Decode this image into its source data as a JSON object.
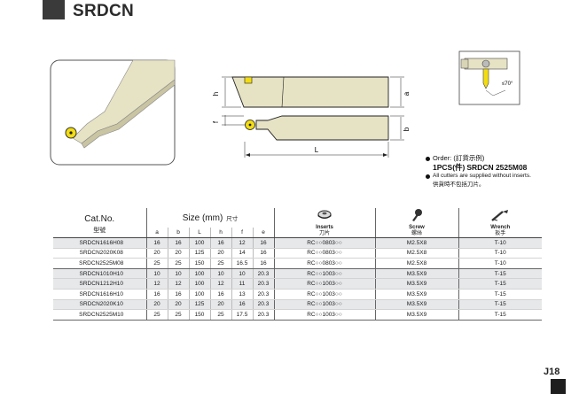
{
  "title": "SRDCN",
  "page_number": "J18",
  "dimension_labels": {
    "h": "h",
    "a": "a",
    "f": "f",
    "b": "b",
    "L": "L"
  },
  "angle_label": "≤70°",
  "order": {
    "label": "Order: (訂貨示例)",
    "example_prefix": "1PCS(件)",
    "example_code": "SRDCN 2525M08",
    "note_en": "All cutters are supplied without inserts.",
    "note_cn": "供貨時不包括刀片。"
  },
  "table": {
    "catno_label": "Cat.No.",
    "catno_cn": "型號",
    "size_label": "Size (mm)",
    "size_cn": "尺寸",
    "size_columns": [
      "a",
      "b",
      "L",
      "h",
      "f",
      "e"
    ],
    "inserts_label": "Inserts",
    "inserts_cn": "刀片",
    "screw_label": "Screw",
    "screw_cn": "螺絲",
    "wrench_label": "Wrench",
    "wrench_cn": "扳手",
    "rows": [
      {
        "cat": "SRDCN1616H08",
        "a": "16",
        "b": "16",
        "L": "100",
        "h": "16",
        "f": "12",
        "e": "16",
        "insert": "RC○○0803○○",
        "screw": "M2.5X8",
        "wrench": "T-10"
      },
      {
        "cat": "SRDCN2020K08",
        "a": "20",
        "b": "20",
        "L": "125",
        "h": "20",
        "f": "14",
        "e": "16",
        "insert": "RC○○0803○○",
        "screw": "M2.5X8",
        "wrench": "T-10"
      },
      {
        "cat": "SRDCN2525M08",
        "a": "25",
        "b": "25",
        "L": "150",
        "h": "25",
        "f": "16.5",
        "e": "16",
        "insert": "RC○○0803○○",
        "screw": "M2.5X8",
        "wrench": "T-10"
      },
      {
        "cat": "SRDCN1010H10",
        "a": "10",
        "b": "10",
        "L": "100",
        "h": "10",
        "f": "10",
        "e": "20.3",
        "insert": "RC○○1003○○",
        "screw": "M3.5X9",
        "wrench": "T-15"
      },
      {
        "cat": "SRDCN1212H10",
        "a": "12",
        "b": "12",
        "L": "100",
        "h": "12",
        "f": "11",
        "e": "20.3",
        "insert": "RC○○1003○○",
        "screw": "M3.5X9",
        "wrench": "T-15"
      },
      {
        "cat": "SRDCN1616H10",
        "a": "16",
        "b": "16",
        "L": "100",
        "h": "16",
        "f": "13",
        "e": "20.3",
        "insert": "RC○○1003○○",
        "screw": "M3.5X9",
        "wrench": "T-15"
      },
      {
        "cat": "SRDCN2020K10",
        "a": "20",
        "b": "20",
        "L": "125",
        "h": "20",
        "f": "16",
        "e": "20.3",
        "insert": "RC○○1003○○",
        "screw": "M3.5X9",
        "wrench": "T-15"
      },
      {
        "cat": "SRDCN2525M10",
        "a": "25",
        "b": "25",
        "L": "150",
        "h": "25",
        "f": "17.5",
        "e": "20.3",
        "insert": "RC○○1003○○",
        "screw": "M3.5X9",
        "wrench": "T-15"
      }
    ]
  },
  "colors": {
    "holder_body": "#e6e2c4",
    "insert_yellow": "#f2dc12",
    "table_shade": "#e7e8ea",
    "title_block": "#3a3a3a"
  },
  "icons": [
    "insert-icon",
    "screw-icon",
    "wrench-icon"
  ]
}
